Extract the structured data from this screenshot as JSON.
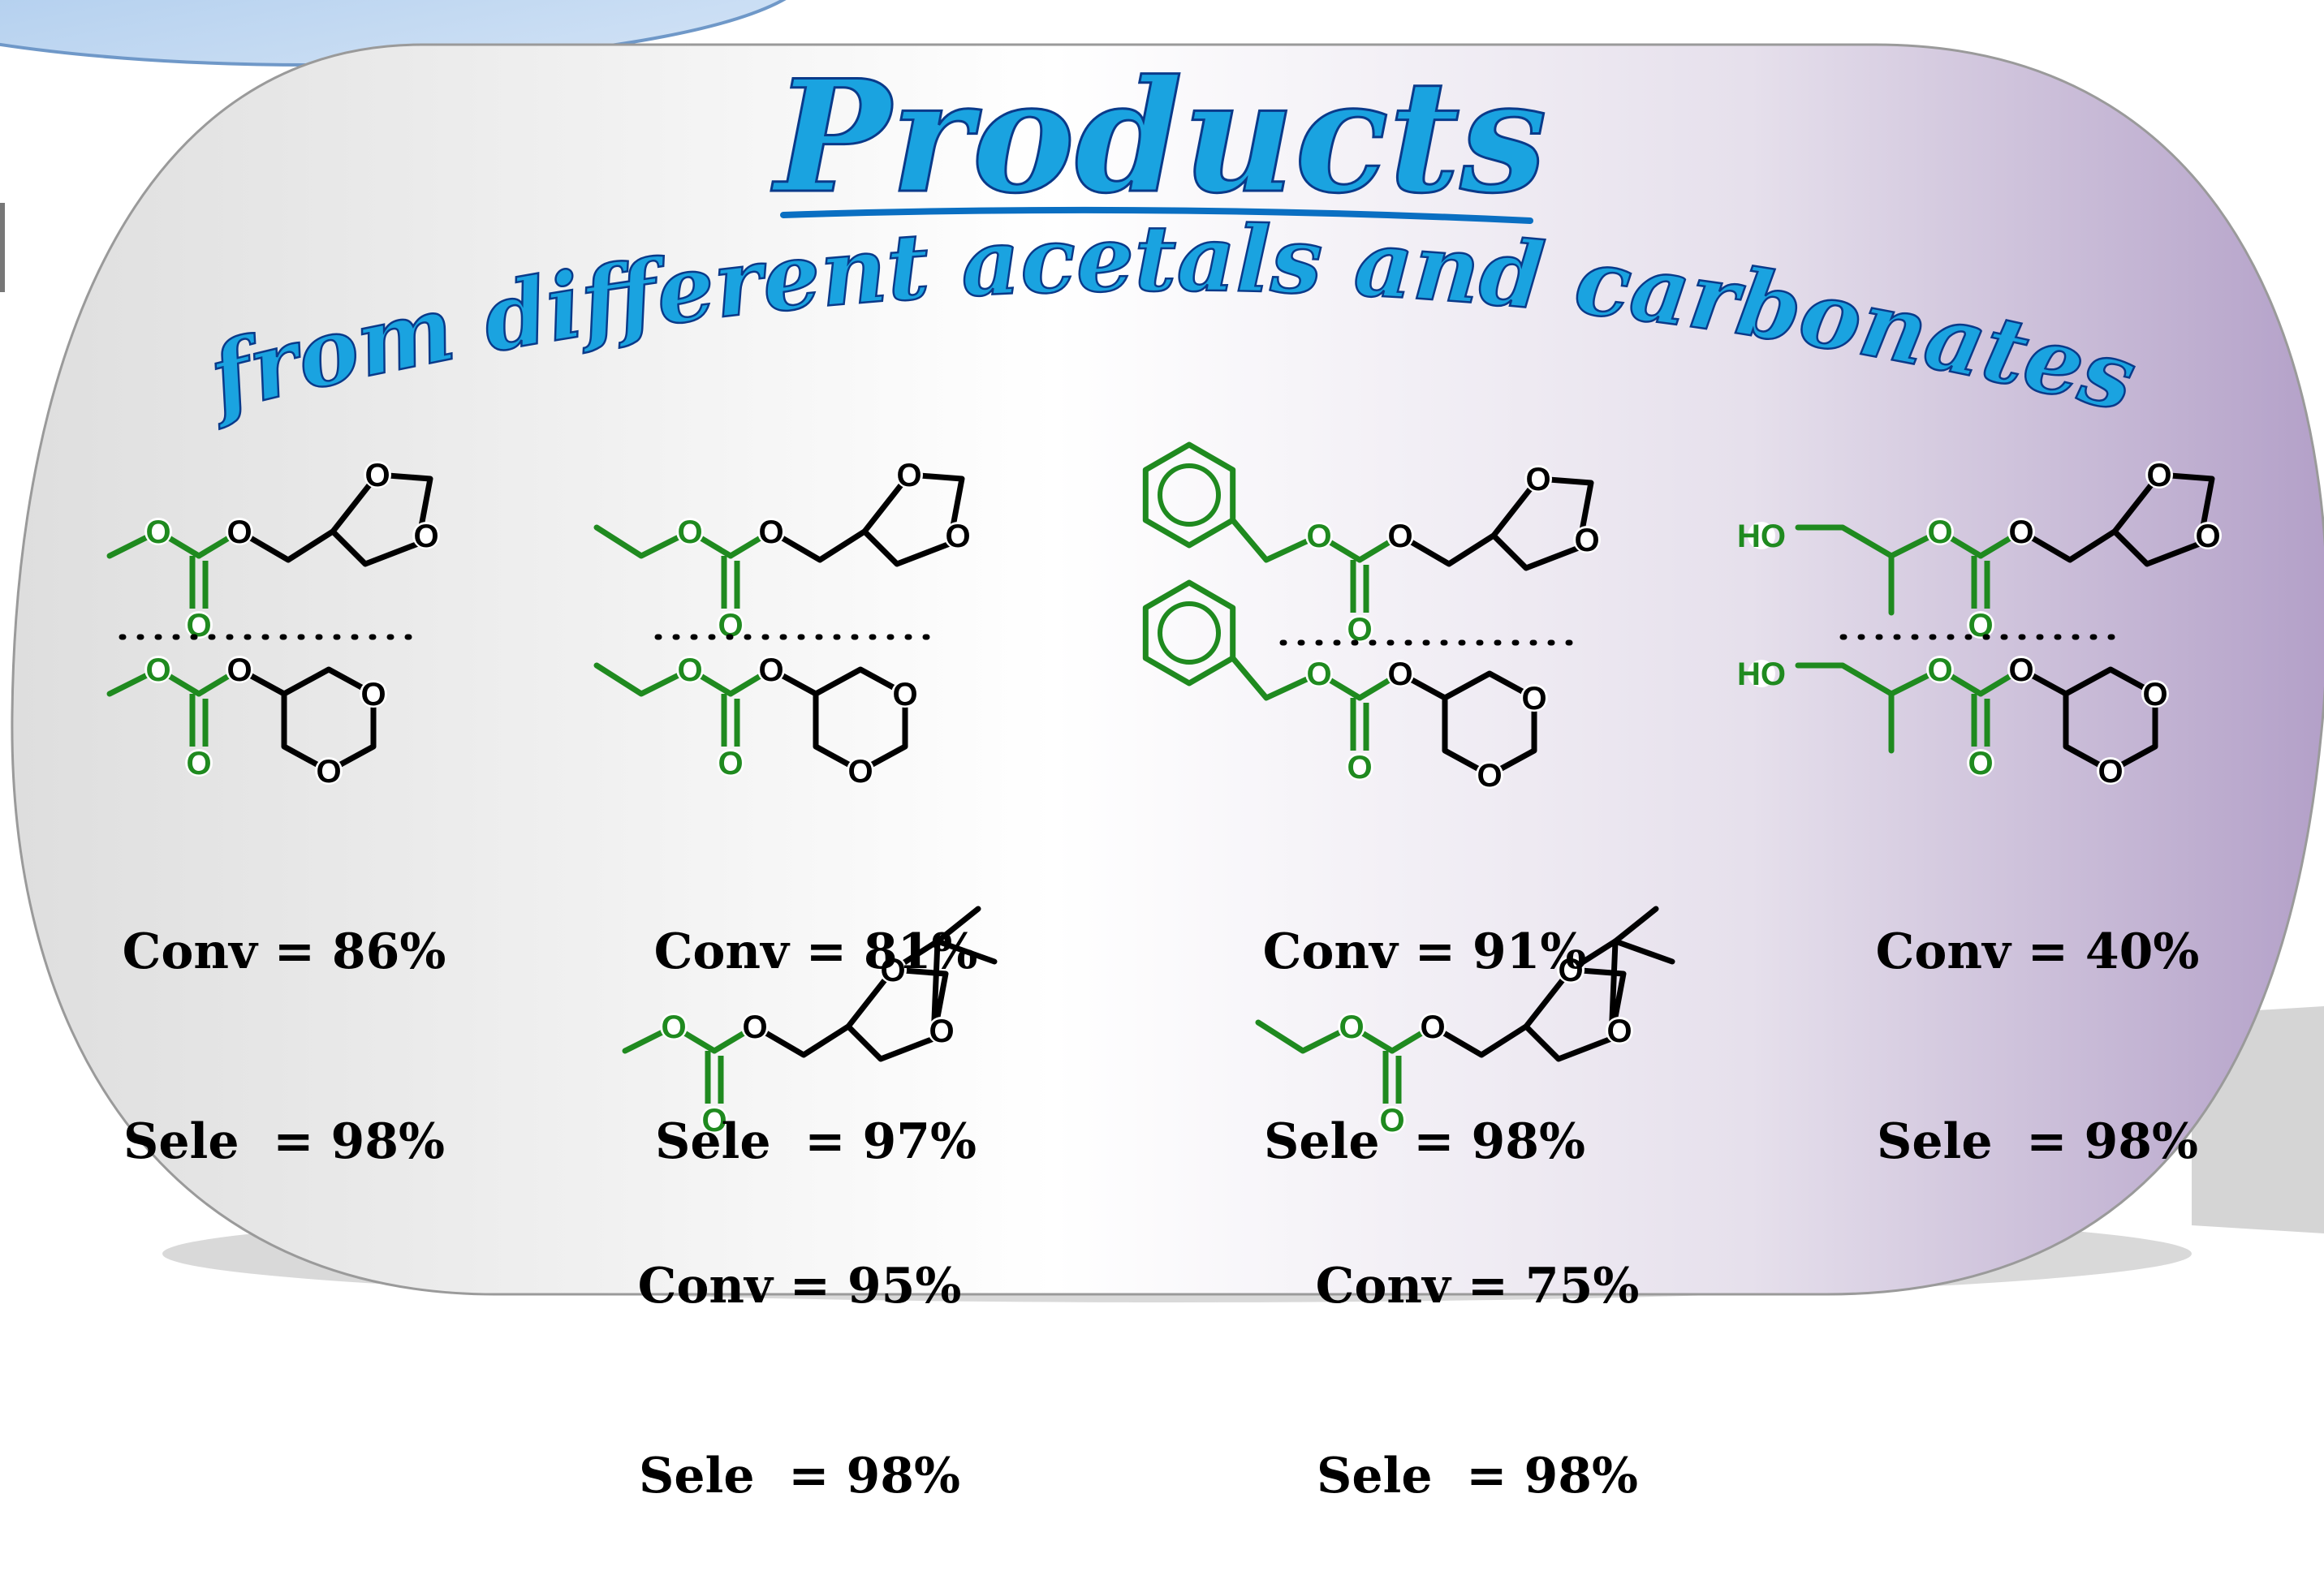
{
  "title": "Products",
  "subtitle": "from different acetals and carbonates",
  "colors": {
    "title_blue": "#1aa3e0",
    "title_stroke": "#0a3a8a",
    "reactant_green": "#1f8a1f",
    "skeleton_black": "#000000",
    "bg_left": "#e3e3e3",
    "bg_mid": "#ffffff",
    "bg_right": "#b6a3c9"
  },
  "atoms": {
    "oxygen": "O",
    "hydroxyl": "HO"
  },
  "results": [
    {
      "conv": "Conv = 86%",
      "sele": "Sele  = 98%"
    },
    {
      "conv": "Conv = 81%",
      "sele": "Sele  = 97%"
    },
    {
      "conv": "Conv = 91%",
      "sele": "Sele  = 98%"
    },
    {
      "conv": "Conv = 40%",
      "sele": "Sele  = 98%"
    },
    {
      "conv": "Conv = 95%",
      "sele": "Sele  = 98%"
    },
    {
      "conv": "Conv = 75%",
      "sele": "Sele  = 98%"
    }
  ]
}
